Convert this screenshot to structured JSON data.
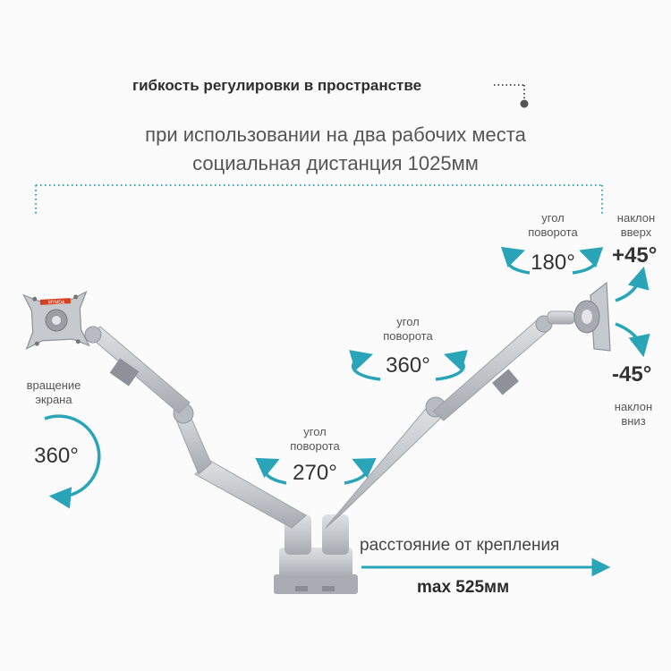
{
  "headline": "гибкость регулировки в пространстве",
  "subtitle_line1": "при использовании на два рабочих места",
  "subtitle_line2": "социальная дистанция 1025мм",
  "screen_rotation": {
    "label_line1": "вращение",
    "label_line2": "экрана",
    "degrees": "360°"
  },
  "rotation_270": {
    "label_line1": "угол",
    "label_line2": "поворота",
    "degrees": "270°"
  },
  "rotation_360": {
    "label_line1": "угол",
    "label_line2": "поворота",
    "degrees": "360°"
  },
  "rotation_180": {
    "label_line1": "угол",
    "label_line2": "поворота",
    "degrees": "180°"
  },
  "tilt_up": {
    "label_line1": "наклон",
    "label_line2": "вверх",
    "degrees": "+45°"
  },
  "tilt_down": {
    "degrees": "-45°",
    "label_line1": "наклон",
    "label_line2": "вниз"
  },
  "distance": {
    "label": "расстояние от крепления",
    "value": "max 525мм"
  },
  "brand_logo": "MYMDA",
  "colors": {
    "accent": "#2aa5b8",
    "arm": "#c4c7cc",
    "text": "#444444"
  }
}
